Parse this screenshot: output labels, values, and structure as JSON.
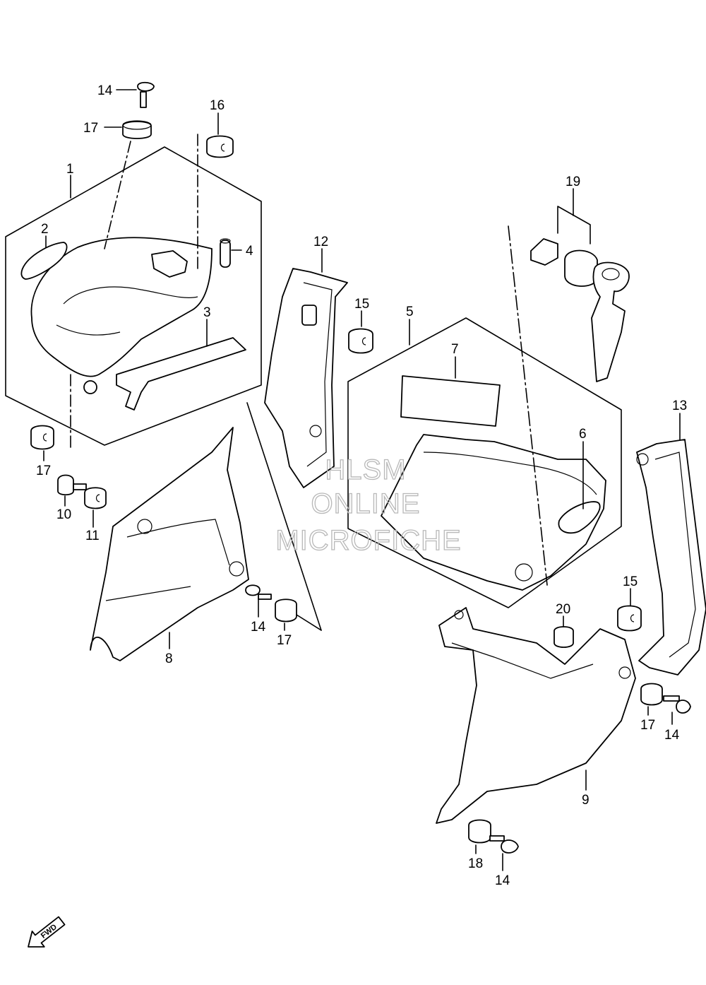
{
  "callouts": [
    {
      "id": "c14a",
      "text": "14"
    },
    {
      "id": "c17a",
      "text": "17"
    },
    {
      "id": "c16",
      "text": "16"
    },
    {
      "id": "c1",
      "text": "1"
    },
    {
      "id": "c2",
      "text": "2"
    },
    {
      "id": "c4",
      "text": "4"
    },
    {
      "id": "c3",
      "text": "3"
    },
    {
      "id": "c12",
      "text": "12"
    },
    {
      "id": "c15a",
      "text": "15"
    },
    {
      "id": "c5",
      "text": "5"
    },
    {
      "id": "c7",
      "text": "7"
    },
    {
      "id": "c19",
      "text": "19"
    },
    {
      "id": "c6",
      "text": "6"
    },
    {
      "id": "c13",
      "text": "13"
    },
    {
      "id": "c17b",
      "text": "17"
    },
    {
      "id": "c10",
      "text": "10"
    },
    {
      "id": "c11",
      "text": "11"
    },
    {
      "id": "c8",
      "text": "8"
    },
    {
      "id": "c14b",
      "text": "14"
    },
    {
      "id": "c17c",
      "text": "17"
    },
    {
      "id": "c20",
      "text": "20"
    },
    {
      "id": "c15b",
      "text": "15"
    },
    {
      "id": "c17d",
      "text": "17"
    },
    {
      "id": "c14c",
      "text": "14"
    },
    {
      "id": "c9",
      "text": "9"
    },
    {
      "id": "c18",
      "text": "18"
    },
    {
      "id": "c14d",
      "text": "14"
    }
  ],
  "watermark": {
    "line1": "HLSM",
    "line2": "ONLINE",
    "line3": "MICROFICHE"
  },
  "fwd_label": "FWD"
}
